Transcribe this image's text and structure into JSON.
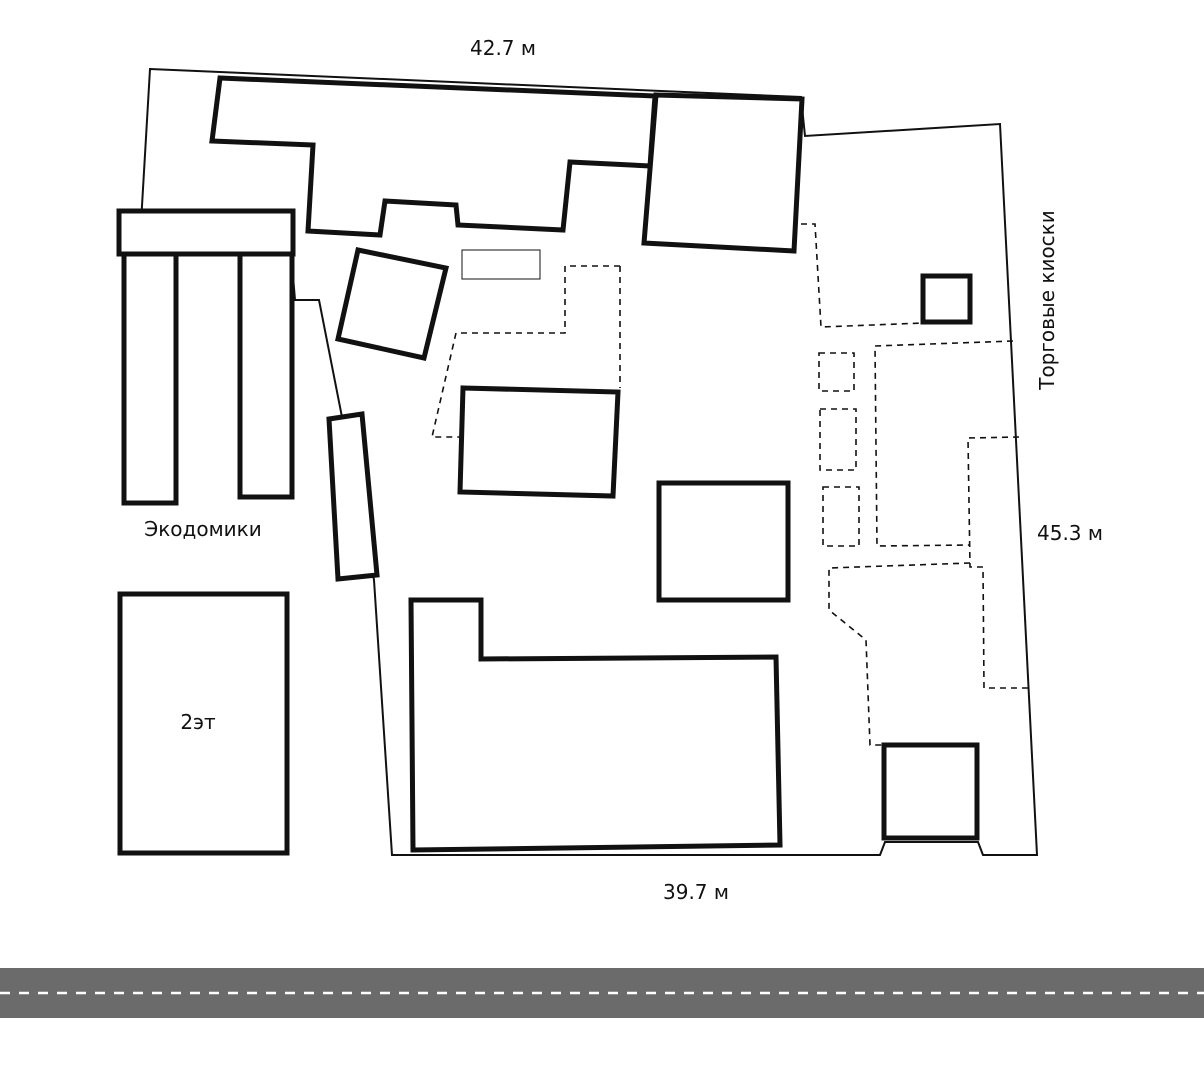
{
  "plan": {
    "dimensions": {
      "top": "42.7 м",
      "right": "45.3 м",
      "bottom": "39.7 м"
    },
    "labels": {
      "eco_houses": "Экодомики",
      "two_floor": "2эт",
      "kiosks": "Торговые киоски"
    },
    "colors": {
      "lines": "#111111",
      "road": "#6b6b6b",
      "road_marking": "#ffffff",
      "background": "#ffffff"
    }
  }
}
